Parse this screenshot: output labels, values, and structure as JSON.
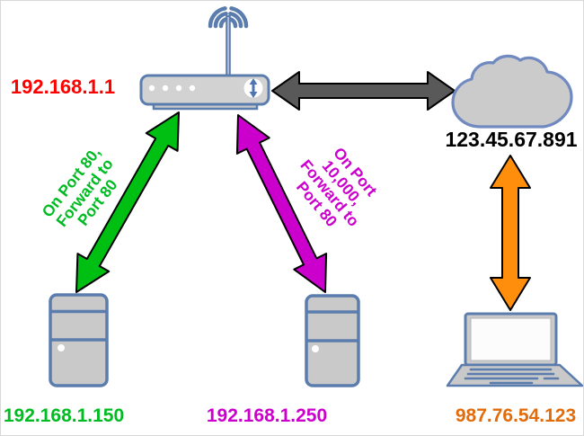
{
  "diagram": {
    "router": {
      "label": "192.168.1.1"
    },
    "internet_cloud": {
      "label": "123.45.67.891"
    },
    "server_1": {
      "label": "192.168.1.150"
    },
    "server_2": {
      "label": "192.168.1.250"
    },
    "remote_laptop": {
      "label": "987.76.54.123"
    },
    "forward_rules": {
      "green_rule": "On Port 80,\nForward to\nPort 80",
      "magenta_rule": "On Port\n10,000,\nForward to\nPort 80"
    },
    "colors": {
      "router_ip_text": "#ff0000",
      "cloud_ip_text": "#000000",
      "server1_ip_text": "#00bb22",
      "server2_ip_text": "#cc00cc",
      "laptop_ip_text": "#e36c0a",
      "green_arrow": "#00bf13",
      "magenta_arrow": "#cc00cc",
      "orange_arrow": "#ff8e0d",
      "gray_arrow": "#595959",
      "device_outline": "#5b7dae",
      "device_fill": "#cbcbcb"
    }
  }
}
